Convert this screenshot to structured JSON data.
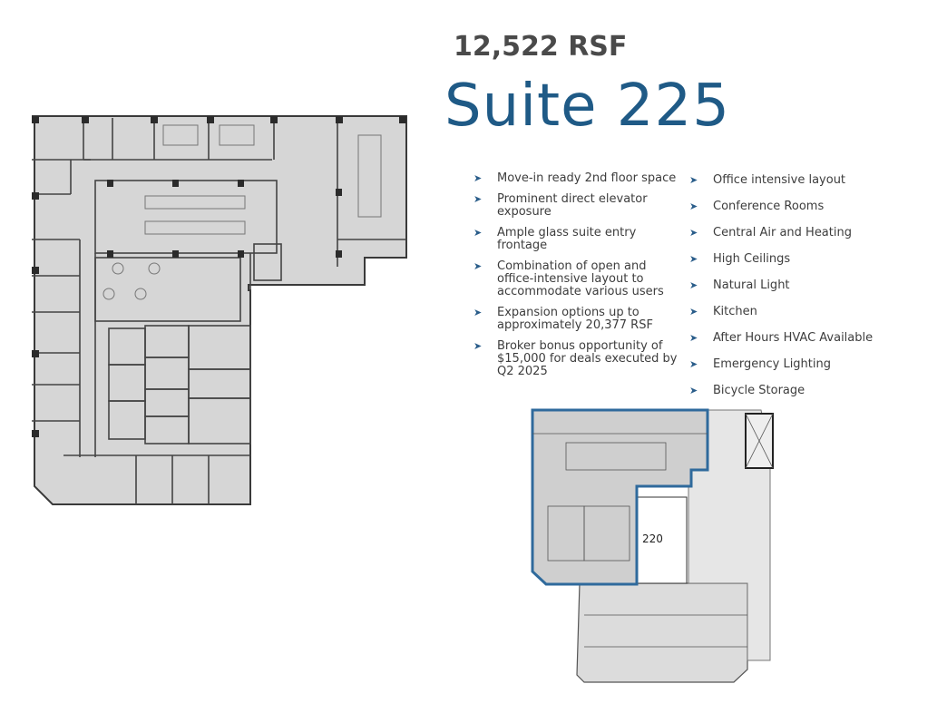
{
  "header": {
    "area": "12,522 RSF",
    "title": "Suite 225"
  },
  "features_left": [
    {
      "icon": "arrow-bullet-icon",
      "text": "Move-in ready 2nd floor space"
    },
    {
      "icon": "arrow-bullet-icon",
      "text": "Prominent direct elevator exposure"
    },
    {
      "icon": "arrow-bullet-icon",
      "text": "Ample glass suite entry frontage"
    },
    {
      "icon": "arrow-bullet-icon",
      "text": "Combination of open and office-intensive layout to accommodate various users"
    },
    {
      "icon": "arrow-bullet-icon",
      "text": "Expansion options up to approximately 20,377 RSF"
    },
    {
      "icon": "arrow-bullet-icon",
      "text": " Broker bonus opportunity of $15,000 for deals executed by Q2 2025"
    }
  ],
  "features_right": [
    {
      "icon": "arrow-bullet-icon",
      "text": "Office intensive layout"
    },
    {
      "icon": "arrow-bullet-icon",
      "text": "Conference Rooms"
    },
    {
      "icon": "arrow-bullet-icon",
      "text": "Central Air and Heating"
    },
    {
      "icon": "arrow-bullet-icon",
      "text": "High Ceilings"
    },
    {
      "icon": "arrow-bullet-icon",
      "text": "Natural Light"
    },
    {
      "icon": "arrow-bullet-icon",
      "text": "Kitchen"
    },
    {
      "icon": "arrow-bullet-icon",
      "text": "After Hours HVAC Available"
    },
    {
      "icon": "arrow-bullet-icon",
      "text": "Emergency Lighting"
    },
    {
      "icon": "arrow-bullet-icon",
      "text": "Bicycle Storage"
    }
  ],
  "key_plan": {
    "adjacent_suite_label": "220"
  },
  "colors": {
    "title_blue": "#1f5a86",
    "rsf_gray": "#4a4a4a",
    "plan_fill": "#d9d9d9",
    "plan_wall": "#3a3a3a",
    "highlight_border": "#2f6a9c"
  }
}
